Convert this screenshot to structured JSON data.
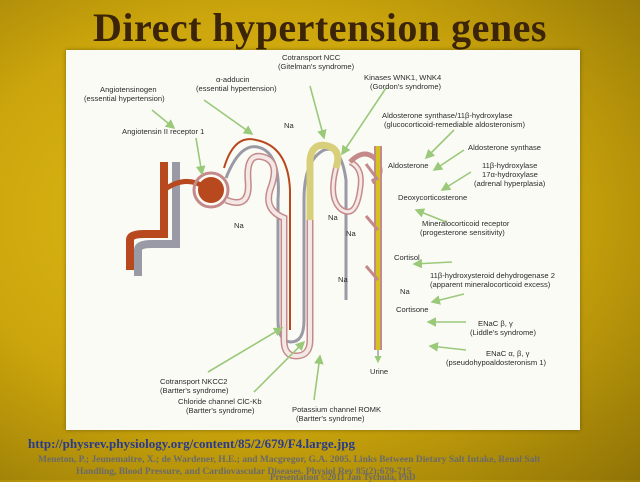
{
  "slide": {
    "title": "Direct hypertension genes",
    "url": "http://physrev.physiology.org/content/85/2/679/F4.large.jpg",
    "citation_line1": "Meneton, P.; Jeunemaitre, X.; de Wardener, H.E.; and Macgregor, G.A. 2005. Links Between Dietary Salt Intake, Renal Salt",
    "citation_line2": "Handling, Blood Pressure, and Cardiovascular Diseases. Physiol Rev 85(2):679-715",
    "presenter": "Presentation ©2011 Jan Tychula, PhD"
  },
  "diagram": {
    "labels": {
      "angiotensinogen_1": "Angiotensinogen",
      "angiotensinogen_2": "(essential hypertension)",
      "alpha_adducin_1": "α-adducin",
      "alpha_adducin_2": "(essential hypertension)",
      "ncc_1": "Cotransport NCC",
      "ncc_2": "(Gitelman's syndrome)",
      "wnk_1": "Kinases WNK1, WNK4",
      "wnk_2": "(Gordon's syndrome)",
      "at1": "Angiotensin II receptor 1",
      "aldo_synth_hyd_1": "Aldosterone synthase/11β-hydroxylase",
      "aldo_synth_hyd_2": "(glucocorticoid-remediable aldosteronism)",
      "aldosterone": "Aldosterone",
      "aldo_synthase": "Aldosterone synthase",
      "hyd11_1": "11β-hydroxylase",
      "hyd11_2": "17α-hydroxylase",
      "hyd11_3": "(adrenal hyperplasia)",
      "doc": "Deoxycorticosterone",
      "mr_1": "Mineralocorticoid receptor",
      "mr_2": "(progesterone sensitivity)",
      "cortisol": "Cortisol",
      "hsd_1": "11β-hydroxysteroid dehydrogenase 2",
      "hsd_2": "(apparent mineralocorticoid excess)",
      "cortisone": "Cortisone",
      "enac1_1": "ENaC β, γ",
      "enac1_2": "(Liddle's syndrome)",
      "enac2_1": "ENaC α, β, γ",
      "enac2_2": "(pseudohypoaldosteronism 1)",
      "urine": "Urine",
      "nkcc2_1": "Cotransport NKCC2",
      "nkcc2_2": "(Bartter's syndrome)",
      "clc_1": "Chloride channel ClC-Kb",
      "clc_2": "(Bartter's syndrome)",
      "romk_1": "Potassium channel ROMK",
      "romk_2": "(Bartter's syndrome)",
      "na": "Na"
    },
    "colors": {
      "arrow": "#9ac97a",
      "artery": "#b8481e",
      "vein": "#9a9aa6",
      "tubule_outline": "#c48a8a",
      "tubule_fill": "#f4e8e6",
      "thick_limb": "#d8cf7a",
      "collecting_duct": "#d4c21e"
    }
  }
}
